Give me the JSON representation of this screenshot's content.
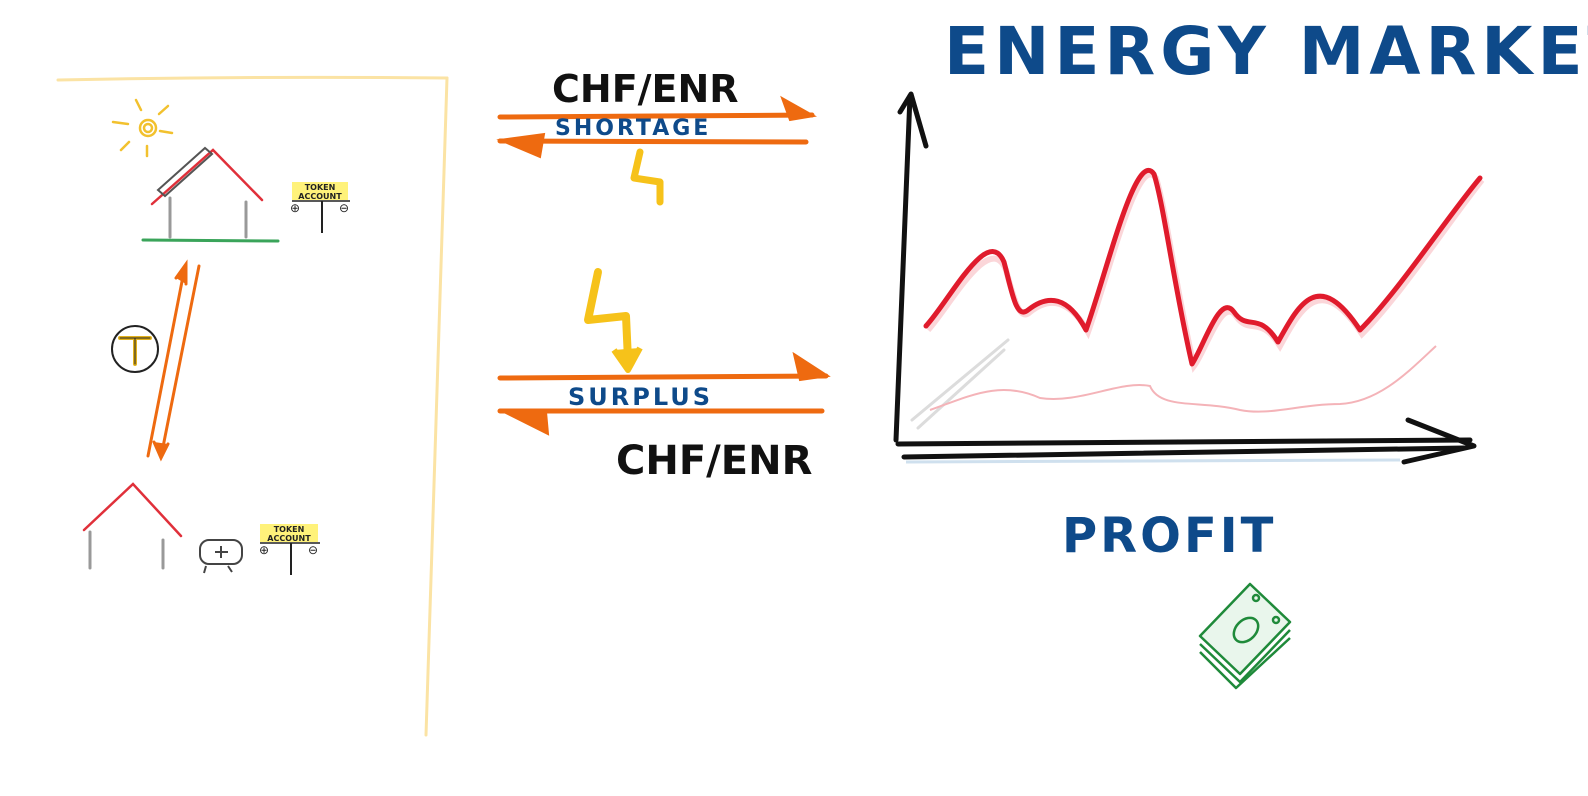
{
  "title": "ENERGY MARKET",
  "top_flow": {
    "currency": "CHF/ENR",
    "label": "SHORTAGE"
  },
  "bottom_flow": {
    "currency": "CHF/ENR",
    "label": "SURPLUS"
  },
  "token_account": {
    "line1": "TOKEN",
    "line2": "ACCOUNT",
    "plus": "⊕",
    "minus": "⊖"
  },
  "token_symbol": "T",
  "profit_label": "PROFIT",
  "icons": [
    "sun-icon",
    "solar-house-icon",
    "house-icon",
    "battery-icon",
    "lightning-icon",
    "money-stack-icon"
  ],
  "colors": {
    "title_blue": "#0e4a8a",
    "arrow_orange": "#ee6a10",
    "lightning_yellow": "#f6c21a",
    "line_red": "#e01b2c",
    "house_red": "#e0303a",
    "money_green": "#1f8a3a",
    "border_yellow": "#fbe3a4"
  }
}
